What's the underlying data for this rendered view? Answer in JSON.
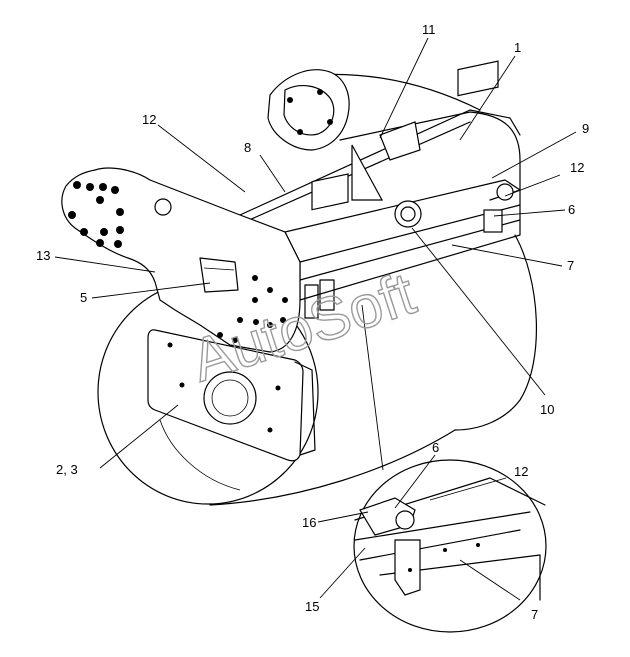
{
  "watermark": "AutoSoft",
  "callouts": {
    "c1": "1",
    "c2_3": "2, 3",
    "c5": "5",
    "c6_main": "6",
    "c6_detail": "6",
    "c7_main": "7",
    "c7_detail": "7",
    "c8": "8",
    "c9": "9",
    "c10": "10",
    "c11": "11",
    "c12_left": "12",
    "c12_right": "12",
    "c12_detail": "12",
    "c13": "13",
    "c15": "15",
    "c16": "16"
  }
}
